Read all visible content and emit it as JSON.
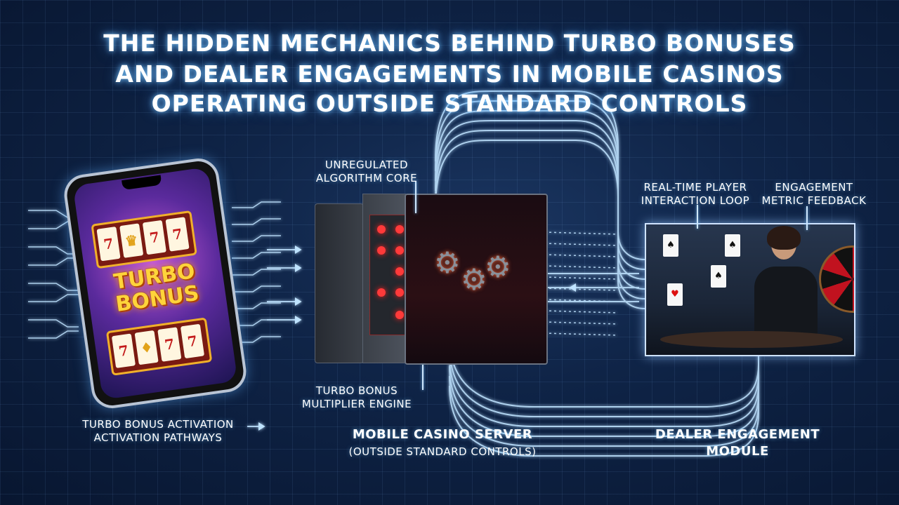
{
  "title": {
    "line1": "THE HIDDEN MECHANICS BEHIND TURBO BONUSES",
    "line2": "AND DEALER ENGAGEMENTS IN MOBILE CASINOS",
    "line3": "OPERATING OUTSIDE STANDARD CONTROLS"
  },
  "labels": {
    "unregulated": "UNREGULATED ALGORITHM CORE",
    "turbo_engine": "TURBO BONUS MULTIPLIER ENGINE",
    "activation_line1": "TURBO BONUS ACTIVATION",
    "activation_line2": "ACTIVATION PATHWAYS",
    "server_line1": "MOBILE CASINO SERVER",
    "server_line2": "(OUTSIDE STANDARD CONTROLS)",
    "dealer_line1": "DEALER ENGAGEMENT",
    "dealer_line2": "MODULE",
    "realtime_line1": "REAL-TIME PLAYER",
    "realtime_line2": "INTERACTION LOOP",
    "metric_line1": "ENGAGEMENT",
    "metric_line2": "METRIC FEEDBACK"
  },
  "phone": {
    "bonus_line1": "TURBO",
    "bonus_line2": "BONUS",
    "reel_symbols_top": [
      "7",
      "♛",
      "7",
      "7"
    ],
    "reel_symbols_bottom": [
      "7",
      "♦",
      "7",
      "7"
    ]
  },
  "colors": {
    "background": "#0f2447",
    "wire": "#9fd4ff",
    "accent_red": "#ff3a3a",
    "bonus_gold": "#ffd43a"
  }
}
